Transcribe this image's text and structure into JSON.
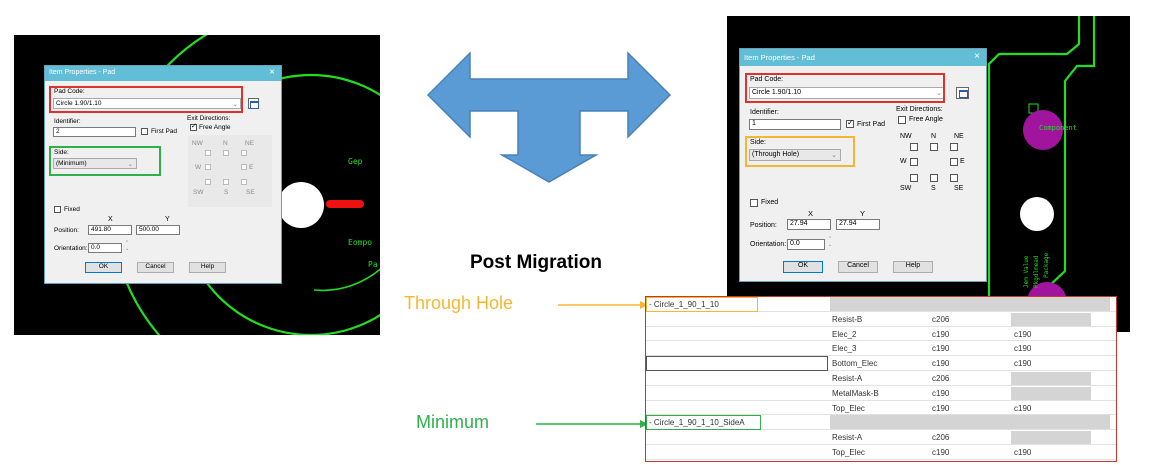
{
  "left_dialog": {
    "title": "Item Properties - Pad",
    "close": "×",
    "pad_code_label": "Pad Code:",
    "pad_code_value": "Circle 1.90/1.10",
    "identifier_label": "Identifier:",
    "identifier_value": "2",
    "first_pad_label": "First Pad",
    "side_label": "Side:",
    "side_value": "(Minimum)",
    "exit_directions_label": "Exit Directions:",
    "free_angle_label": "Free Angle",
    "dir_nw": "NW",
    "dir_n": "N",
    "dir_ne": "NE",
    "dir_w": "W",
    "dir_e": "E",
    "dir_sw": "SW",
    "dir_s": "S",
    "dir_se": "SE",
    "fixed_label": "Fixed",
    "x_label": "X",
    "y_label": "Y",
    "position_label": "Position:",
    "position_x": "491.80",
    "position_y": "500.00",
    "orientation_label": "Orientation:",
    "orientation_value": "0.0",
    "ok": "OK",
    "cancel": "Cancel",
    "help": "Help"
  },
  "left_pcb": {
    "labels": [
      "Gep",
      "Eompo",
      "Pa"
    ]
  },
  "right_dialog": {
    "title": "Item Properties - Pad",
    "close": "×",
    "pad_code_label": "Pad Code:",
    "pad_code_value": "Circle 1.90/1.10",
    "identifier_label": "Identifier:",
    "identifier_value": "1",
    "first_pad_label": "First Pad",
    "side_label": "Side:",
    "side_value": "(Through Hole)",
    "exit_directions_label": "Exit Directions:",
    "free_angle_label": "Free Angle",
    "dir_nw": "NW",
    "dir_n": "N",
    "dir_ne": "NE",
    "dir_w": "W",
    "dir_e": "E",
    "dir_sw": "SW",
    "dir_s": "S",
    "dir_se": "SE",
    "fixed_label": "Fixed",
    "x_label": "X",
    "y_label": "Y",
    "position_label": "Position:",
    "position_x": "27.94",
    "position_y": "27.94",
    "orientation_label": "Orientation:",
    "orientation_value": "0.0",
    "ok": "OK",
    "cancel": "Cancel",
    "help": "Help"
  },
  "right_pcb": {
    "component_label": "Component",
    "vertical_labels": [
      "Jem Value",
      "Pkgdlmead",
      "Package"
    ]
  },
  "heading": "Post Migration",
  "callouts": {
    "through_hole": "Through Hole",
    "minimum": "Minimum"
  },
  "table": {
    "rows": [
      {
        "name": "- Circle_1_90_1_10",
        "layer": "",
        "c1": "",
        "c2": "",
        "group": true,
        "hl": "orange"
      },
      {
        "name": "",
        "layer": "Resist-B",
        "c1": "c206",
        "c2": "",
        "group": false
      },
      {
        "name": "",
        "layer": "Elec_2",
        "c1": "c190",
        "c2": "c190",
        "group": false
      },
      {
        "name": "",
        "layer": "Elec_3",
        "c1": "c190",
        "c2": "c190",
        "group": false
      },
      {
        "name": "",
        "layer": "Bottom_Elec",
        "c1": "c190",
        "c2": "c190",
        "group": false,
        "hl": "gray"
      },
      {
        "name": "",
        "layer": "Resist-A",
        "c1": "c206",
        "c2": "",
        "group": false
      },
      {
        "name": "",
        "layer": "MetalMask-B",
        "c1": "c190",
        "c2": "",
        "group": false
      },
      {
        "name": "",
        "layer": "Top_Elec",
        "c1": "c190",
        "c2": "c190",
        "group": false
      },
      {
        "name": "- Circle_1_90_1_10_SideA",
        "layer": "",
        "c1": "",
        "c2": "",
        "group": true,
        "hl": "green"
      },
      {
        "name": "",
        "layer": "Resist-A",
        "c1": "c206",
        "c2": "",
        "group": false
      },
      {
        "name": "",
        "layer": "Top_Elec",
        "c1": "c190",
        "c2": "c190",
        "group": false
      }
    ]
  },
  "colors": {
    "highlight_red": "#e0322c",
    "highlight_green": "#2fb04a",
    "highlight_orange": "#f5b731",
    "arrow_blue": "#5b9bd5",
    "pcb_green": "#22dd22",
    "pad_purple": "#a0149e"
  }
}
